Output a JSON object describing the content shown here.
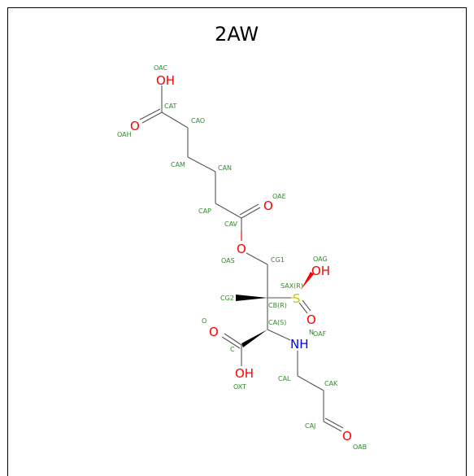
{
  "title": "2AW",
  "colors": {
    "bond": "#555555",
    "label": "#2e8b2e",
    "oxygen": "#ff0000",
    "nitrogen": "#0000ff",
    "sulfur": "#c8c800",
    "carbon_text": "#000000"
  },
  "atoms": {
    "oh_top": "OH",
    "o_aah": "O",
    "o_cav": "O",
    "o_oas": "O",
    "oh_s": "OH",
    "s": "S",
    "o_saf": "O",
    "o_c": "O",
    "oh_c": "OH",
    "nh": "NH",
    "o_caj": "O"
  },
  "labels": {
    "oac": "OAC",
    "cat": "CAT",
    "oah": "OAH",
    "cao": "CAO",
    "cam": "CAM",
    "can": "CAN",
    "oae": "OAE",
    "cap": "CAP",
    "cav": "CAV",
    "oas": "OAS",
    "cg1": "CG1",
    "oag": "OAG",
    "sax": "SAX(R)",
    "cg2": "CG2",
    "cb": "CB(R)",
    "ca": "CA(S)",
    "o": "O",
    "oaf": "OAF",
    "n": "N",
    "c": "C",
    "oxt": "OXT",
    "cal": "CAL",
    "cak": "CAK",
    "caj": "CAJ",
    "oab": "OAB"
  }
}
